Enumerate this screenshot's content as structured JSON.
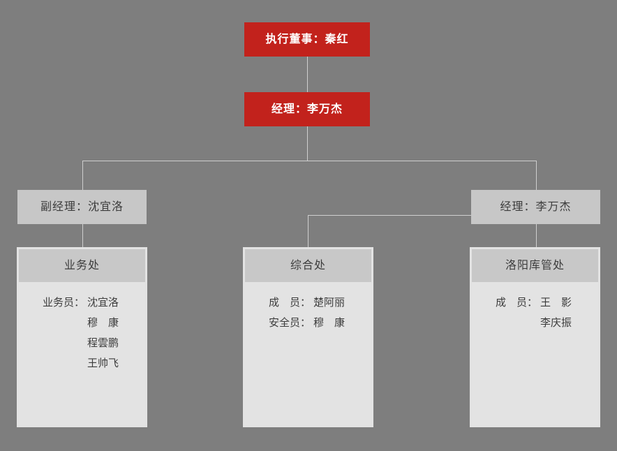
{
  "colors": {
    "background": "#7E7E7E",
    "node_red": "#C2221C",
    "node_gray": "#C7C7C7",
    "dept_header_gray": "#C8C8C8",
    "dept_body_gray": "#E3E3E3",
    "connector_line": "#CFCFCF",
    "text_dark": "#3C3C3C",
    "text_on_red": "#FFFFFF"
  },
  "nodes": {
    "exec": {
      "label": "执行董事：秦红"
    },
    "manager": {
      "label": "经理：李万杰"
    },
    "deputy": {
      "label": "副经理：沈宜洛"
    },
    "manager2": {
      "label": "经理：李万杰"
    }
  },
  "departments": [
    {
      "title": "业务处",
      "members": [
        {
          "role": "业务员：",
          "name": "沈宜洛"
        },
        {
          "role": "",
          "name": "穆　康"
        },
        {
          "role": "",
          "name": "程雲鹏"
        },
        {
          "role": "",
          "name": "王帅飞"
        }
      ]
    },
    {
      "title": "综合处",
      "members": [
        {
          "role": "成　员：",
          "name": "楚阿丽"
        },
        {
          "role": "安全员：",
          "name": "穆　康"
        }
      ]
    },
    {
      "title": "洛阳库管处",
      "members": [
        {
          "role": "成　员：",
          "name": "王　影"
        },
        {
          "role": "",
          "name": "李庆振"
        }
      ]
    }
  ]
}
